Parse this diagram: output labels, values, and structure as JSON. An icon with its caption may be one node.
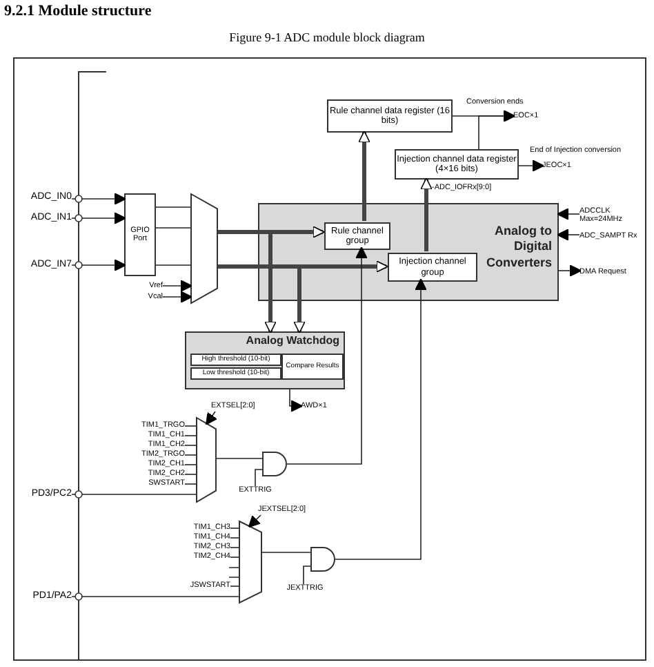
{
  "diagram": {
    "title": "9.2.1 Module structure",
    "caption": "Figure 9-1 ADC module block diagram",
    "nodes": [
      {
        "text": [
          "ADC_IN0"
        ]
      },
      {
        "text": [
          "ADC_IN1"
        ]
      },
      {
        "text": [
          "ADC_IN7"
        ]
      },
      {
        "text": [
          "GPIO Port"
        ]
      },
      {
        "text": [],
        "shape": "trapezoid"
      },
      {
        "text": [
          "Vref"
        ]
      },
      {
        "text": [
          "Vcal"
        ]
      },
      {
        "text": [
          "Analog to Digital Converters"
        ]
      },
      {
        "text": [
          "Rule channel group"
        ],
        "in": 7
      },
      {
        "text": [
          "Injection channel group"
        ],
        "in": 7
      },
      {
        "text": [
          "Rule channel data register (16 bits)"
        ]
      },
      {
        "text": [
          "Injection channel data register (4×16 bits)"
        ]
      },
      {
        "text": [
          "Analog Watchdog"
        ]
      },
      {
        "text": [
          "High threshold (10-bit)"
        ],
        "in": 12
      },
      {
        "text": [
          "Low threshold (10-bit)"
        ],
        "in": 12
      },
      {
        "text": [
          "Compare Results"
        ],
        "in": 12
      },
      {
        "text": [
          "EOC×1"
        ]
      },
      {
        "text": [
          "JEOC×1"
        ]
      },
      {
        "text": [
          "AWD×1"
        ]
      },
      {
        "text": [
          "ADCCLK Max=24MHz"
        ]
      },
      {
        "text": [
          "ADC_SAMPT Rx"
        ]
      },
      {
        "text": [
          "DMA Request"
        ]
      },
      {
        "text": [
          "EXTSEL[2:0]"
        ]
      },
      {
        "text": [
          "TIM1_TRGO"
        ]
      },
      {
        "text": [
          "TIM1_CH1"
        ]
      },
      {
        "text": [
          "TIM1_CH2"
        ]
      },
      {
        "text": [
          "TIM2_TRGO"
        ]
      },
      {
        "text": [
          "TIM2_CH1"
        ]
      },
      {
        "text": [
          "TIM2_CH2"
        ]
      },
      {
        "text": [
          "SWSTART"
        ]
      },
      {
        "text": [
          "PD3/PC2"
        ]
      },
      {
        "text": [],
        "shape": "trapezoid"
      },
      {
        "text": [],
        "shape": "gate"
      },
      {
        "text": [
          "EXTTRIG"
        ]
      },
      {
        "text": [
          "JEXTSEL[2:0]"
        ]
      },
      {
        "text": [
          "TIM1_CH3"
        ]
      },
      {
        "text": [
          "TIM1_CH4"
        ]
      },
      {
        "text": [
          "TIM2_CH3"
        ]
      },
      {
        "text": [
          "TIM2_CH4"
        ]
      },
      {
        "text": [
          "JSWSTART"
        ]
      },
      {
        "text": [
          "PD1/PA2"
        ]
      },
      {
        "text": [],
        "shape": "trapezoid"
      },
      {
        "text": [],
        "shape": "gate"
      },
      {
        "text": [
          "JEXTTRIG"
        ]
      }
    ],
    "edges": [
      {
        "from": 0,
        "to": 3,
        "arrow": "to"
      },
      {
        "from": 1,
        "to": 3,
        "arrow": "to"
      },
      {
        "from": 2,
        "to": 3,
        "arrow": "to"
      },
      {
        "from": 3,
        "to": 4,
        "arrow": "none"
      },
      {
        "from": 3,
        "to": 4,
        "arrow": "none"
      },
      {
        "from": 3,
        "to": 4,
        "arrow": "none"
      },
      {
        "from": 5,
        "to": 4,
        "arrow": "to"
      },
      {
        "from": 6,
        "to": 4,
        "arrow": "to"
      },
      {
        "from": 4,
        "to": 8,
        "arrow": "to",
        "style": "thick"
      },
      {
        "from": 4,
        "to": 9,
        "arrow": "to",
        "style": "thick"
      },
      {
        "from": 4,
        "to": 12,
        "arrow": "to",
        "style": "thick"
      },
      {
        "from": 4,
        "to": 12,
        "arrow": "to",
        "style": "thick"
      },
      {
        "from": 8,
        "to": 10,
        "arrow": "to",
        "style": "thick"
      },
      {
        "from": 9,
        "to": 11,
        "arrow": "to",
        "style": "thick",
        "label": "-ADC_IOFRx[9:0]"
      },
      {
        "from": 10,
        "to": 16,
        "arrow": "to",
        "label": "Conversion ends"
      },
      {
        "from": 11,
        "to": 16,
        "arrow": "to"
      },
      {
        "from": 11,
        "to": 17,
        "arrow": "to",
        "label": "End of Injection conversion"
      },
      {
        "from": 12,
        "to": 18,
        "arrow": "to"
      },
      {
        "from": 19,
        "to": 7,
        "arrow": "to"
      },
      {
        "from": 20,
        "to": 7,
        "arrow": "to"
      },
      {
        "from": 7,
        "to": 21,
        "arrow": "to"
      },
      {
        "from": 22,
        "to": 31,
        "arrow": "to"
      },
      {
        "from": 23,
        "to": 31,
        "arrow": "none"
      },
      {
        "from": 24,
        "to": 31,
        "arrow": "none"
      },
      {
        "from": 25,
        "to": 31,
        "arrow": "none"
      },
      {
        "from": 26,
        "to": 31,
        "arrow": "none"
      },
      {
        "from": 27,
        "to": 31,
        "arrow": "none"
      },
      {
        "from": 28,
        "to": 31,
        "arrow": "none"
      },
      {
        "from": 29,
        "to": 31,
        "arrow": "none"
      },
      {
        "from": 30,
        "to": 31,
        "arrow": "none"
      },
      {
        "from": 31,
        "to": 32,
        "arrow": "none"
      },
      {
        "from": 33,
        "to": 32,
        "arrow": "none"
      },
      {
        "from": 32,
        "to": 8,
        "arrow": "to"
      },
      {
        "from": 34,
        "to": 41,
        "arrow": "to"
      },
      {
        "from": 35,
        "to": 41,
        "arrow": "none"
      },
      {
        "from": 36,
        "to": 41,
        "arrow": "none"
      },
      {
        "from": 37,
        "to": 41,
        "arrow": "none"
      },
      {
        "from": 38,
        "to": 41,
        "arrow": "none"
      },
      {
        "from": 39,
        "to": 41,
        "arrow": "none"
      },
      {
        "from": 40,
        "to": 41,
        "arrow": "none"
      },
      {
        "from": 41,
        "to": 42,
        "arrow": "none"
      },
      {
        "from": 43,
        "to": 42,
        "arrow": "none"
      },
      {
        "from": 42,
        "to": 9,
        "arrow": "to"
      }
    ]
  }
}
